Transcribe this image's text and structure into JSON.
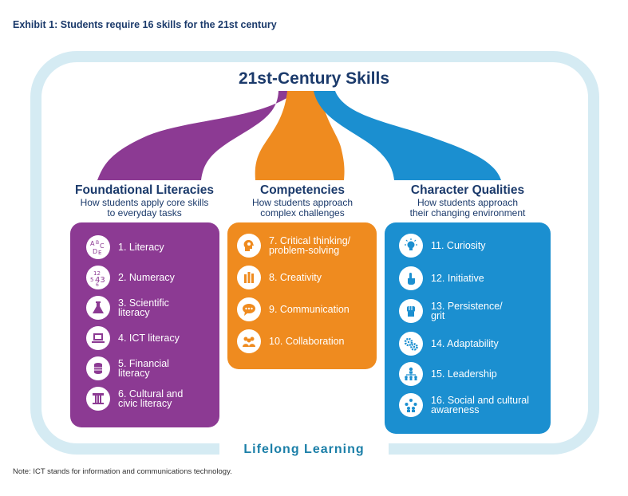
{
  "exhibit_title": "Exhibit 1: Students require 16 skills for the 21st century",
  "main_title": "21st-Century Skills",
  "footer_band": "Lifelong Learning",
  "note": "Note: ICT stands for information and communications technology.",
  "colors": {
    "purple": "#8c3a93",
    "orange": "#ef8b1f",
    "blue": "#1b8fd0",
    "navy": "#1b3a6b",
    "frame": "#d5ebf3"
  },
  "columns": [
    {
      "heading": "Foundational Literacies",
      "subtitle_line1": "How students apply core skills",
      "subtitle_line2": "to everyday tasks",
      "items": [
        {
          "line1": "1. Literacy",
          "line2": "",
          "icon": "abc-letters-icon"
        },
        {
          "line1": "2. Numeracy",
          "line2": "",
          "icon": "numbers-icon"
        },
        {
          "line1": "3. Scientific",
          "line2": "literacy",
          "icon": "flask-icon"
        },
        {
          "line1": "4. ICT literacy",
          "line2": "",
          "icon": "laptop-icon"
        },
        {
          "line1": "5. Financial",
          "line2": "literacy",
          "icon": "coin-stack-icon"
        },
        {
          "line1": "6. Cultural and",
          "line2": "civic literacy",
          "icon": "column-icon"
        }
      ]
    },
    {
      "heading": "Competencies",
      "subtitle_line1": "How students approach",
      "subtitle_line2": "complex challenges",
      "items": [
        {
          "line1": "7. Critical thinking/",
          "line2": "problem-solving",
          "icon": "head-gears-icon"
        },
        {
          "line1": "8. Creativity",
          "line2": "",
          "icon": "crayons-icon"
        },
        {
          "line1": "9. Communication",
          "line2": "",
          "icon": "speech-bubble-icon"
        },
        {
          "line1": "10. Collaboration",
          "line2": "",
          "icon": "people-group-icon"
        }
      ]
    },
    {
      "heading": "Character Qualities",
      "subtitle_line1": "How students approach",
      "subtitle_line2": "their changing environment",
      "items": [
        {
          "line1": "11. Curiosity",
          "line2": "",
          "icon": "lightbulb-icon"
        },
        {
          "line1": "12. Initiative",
          "line2": "",
          "icon": "pointing-hand-icon"
        },
        {
          "line1": "13. Persistence/",
          "line2": "grit",
          "icon": "fist-icon"
        },
        {
          "line1": "14. Adaptability",
          "line2": "",
          "icon": "gears-icon"
        },
        {
          "line1": "15. Leadership",
          "line2": "",
          "icon": "org-chart-icon"
        },
        {
          "line1": "16. Social and cultural",
          "line2": "awareness",
          "icon": "community-icon"
        }
      ]
    }
  ]
}
